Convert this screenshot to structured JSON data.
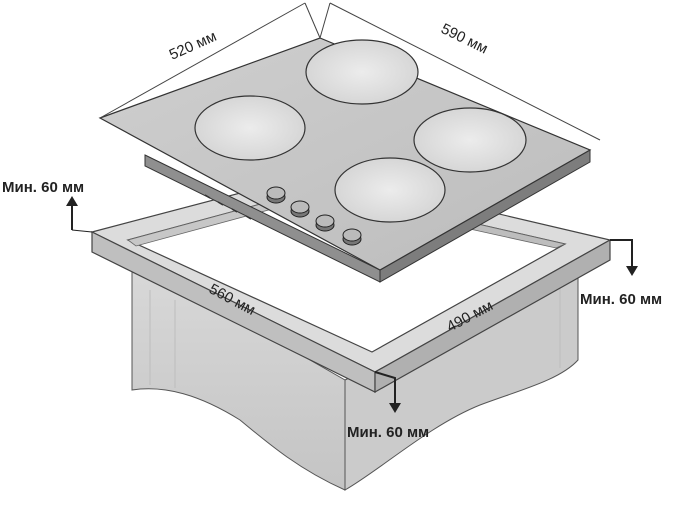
{
  "dimensions": {
    "hob_width": "520 мм",
    "hob_depth": "590 мм",
    "cutout_width": "560 мм",
    "cutout_depth": "490 мм"
  },
  "clearances": {
    "left": "Мин. 60 мм",
    "right": "Мин. 60 мм",
    "front": "Мин. 60 мм"
  },
  "hob": {
    "burner_count": 4,
    "knob_count": 4
  }
}
